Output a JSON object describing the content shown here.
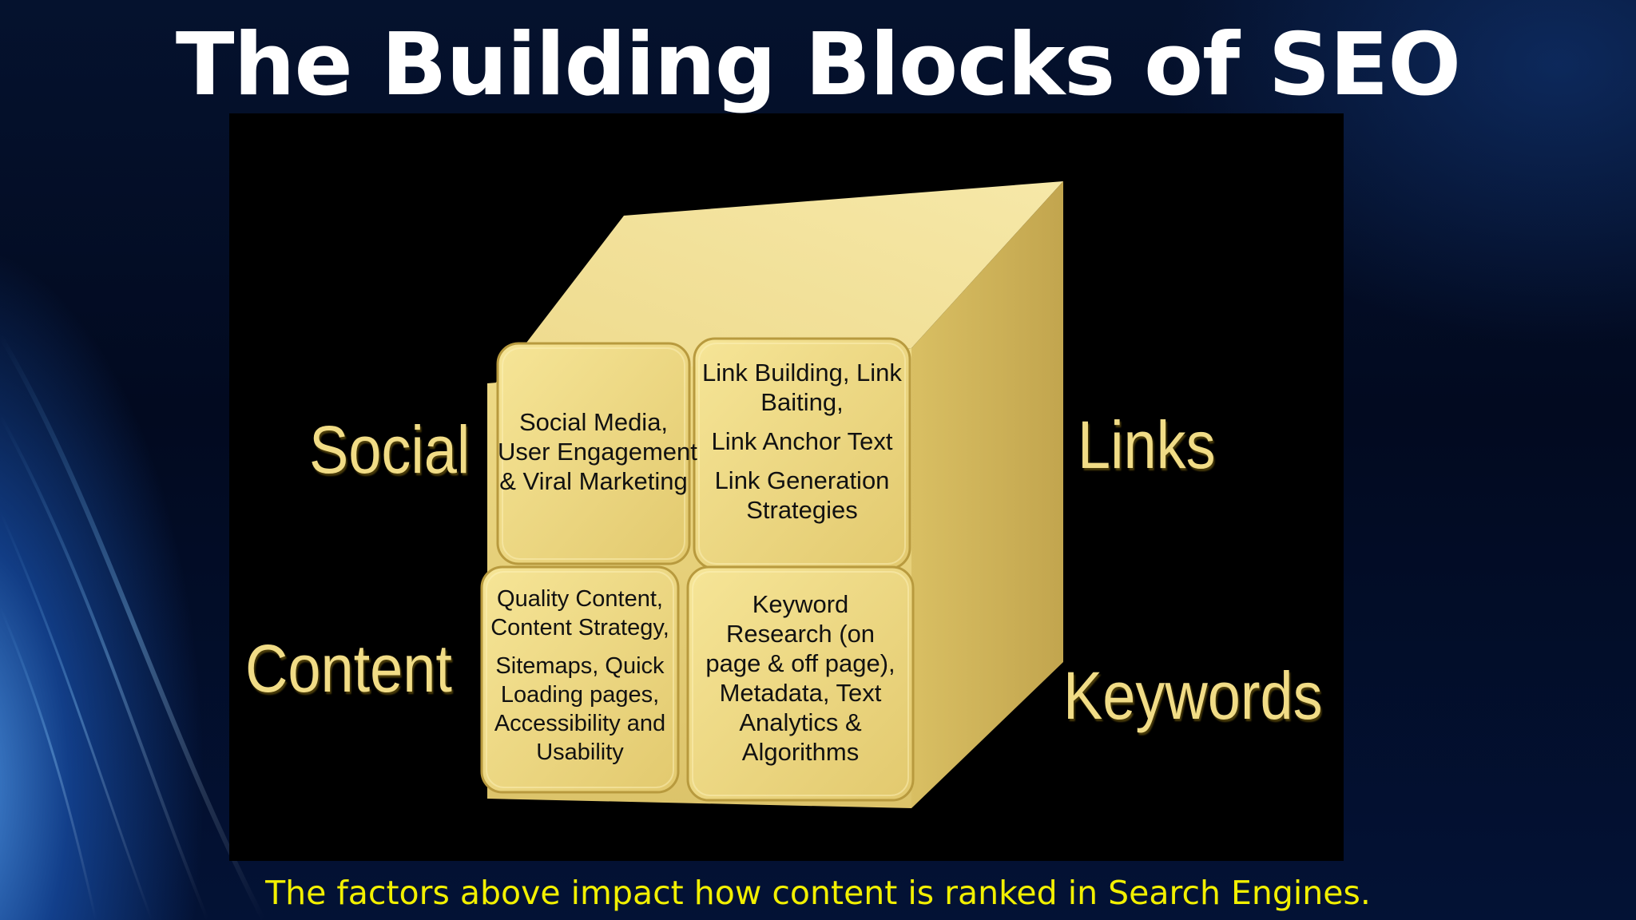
{
  "slide": {
    "title": "The Building Blocks of SEO",
    "caption": "The factors above impact how content is ranked in Search Engines."
  },
  "diagram": {
    "side_labels": {
      "social": "Social",
      "links": "Links",
      "content": "Content",
      "keywords": "Keywords"
    },
    "blocks": {
      "social": {
        "lines": [
          "Social Media,",
          "User Engagement",
          "& Viral Marketing"
        ]
      },
      "links": {
        "line1": [
          "Link Building, Link",
          "Baiting,"
        ],
        "line2": [
          "Link Anchor Text"
        ],
        "line3": [
          "Link Generation",
          "Strategies"
        ]
      },
      "content": {
        "line1": [
          "Quality Content,",
          "Content Strategy,"
        ],
        "line2": [
          "Sitemaps, Quick",
          "Loading pages,",
          "Accessibility and",
          "Usability"
        ]
      },
      "keywords": {
        "lines": [
          "Keyword",
          "Research (on",
          "page & off page),",
          "Metadata, Text",
          "Analytics &",
          "Algorithms"
        ]
      }
    },
    "colors": {
      "cube_front": "#e8d27a",
      "cube_top": "#f3e39a",
      "cube_side": "#c9ad56",
      "label": "#f1dc86"
    }
  }
}
